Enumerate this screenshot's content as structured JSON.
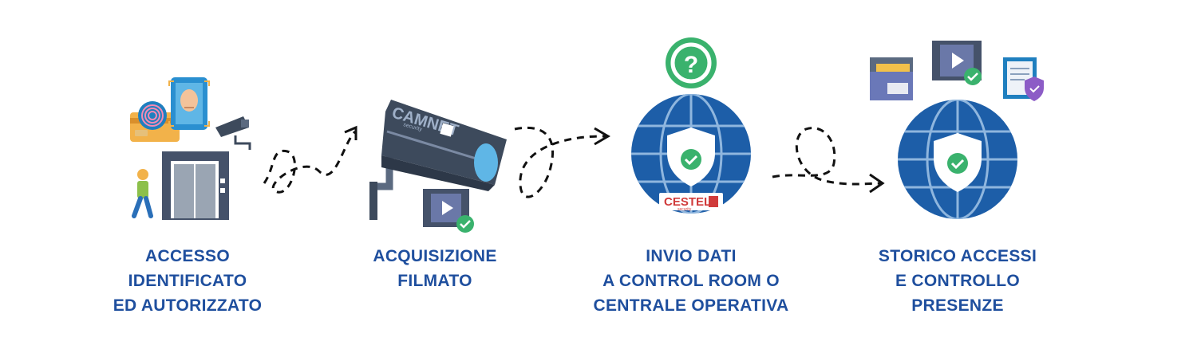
{
  "steps": [
    {
      "lines": [
        "ACCESSO",
        "IDENTIFICATO",
        "ED AUTORIZZATO"
      ]
    },
    {
      "lines": [
        "ACQUISIZIONE",
        "FILMATO"
      ]
    },
    {
      "lines": [
        "INVIO DATI",
        "A CONTROL ROOM O",
        "CENTRALE OPERATIVA"
      ]
    },
    {
      "lines": [
        "STORICO ACCESSI",
        "E CONTROLLO",
        "PRESENZE"
      ]
    }
  ],
  "camera_brand": "CAMNET",
  "camera_sub": "security",
  "globe_badge": "CESTEL",
  "globe_badge_sub": "security",
  "colors": {
    "label": "#1f4f9e",
    "globe": "#1d5ea8",
    "shield": "#ffffff",
    "check": "#3ab26d",
    "camera": "#3d4a5c",
    "question": "#3ab26d"
  }
}
